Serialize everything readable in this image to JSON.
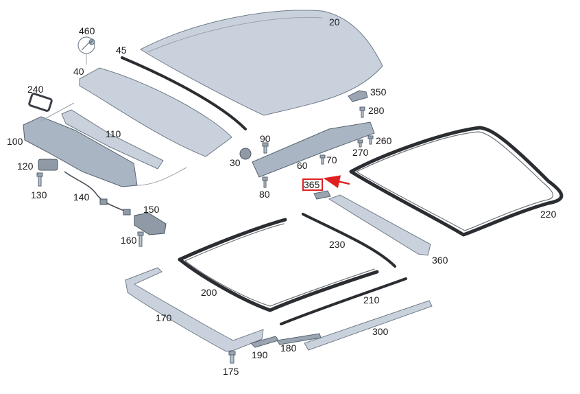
{
  "diagram": {
    "callouts": [
      "20",
      "45",
      "460",
      "40",
      "240",
      "110",
      "100",
      "120",
      "130",
      "140",
      "150",
      "160",
      "30",
      "90",
      "60",
      "80",
      "70",
      "270",
      "260",
      "280",
      "350",
      "365",
      "220",
      "230",
      "360",
      "200",
      "210",
      "170",
      "300",
      "190",
      "180",
      "175"
    ],
    "highlighted_callout": "365",
    "colors": {
      "part_fill": "#c9d2dc",
      "seal": "#2a2d31",
      "highlight": "#e02020"
    }
  }
}
